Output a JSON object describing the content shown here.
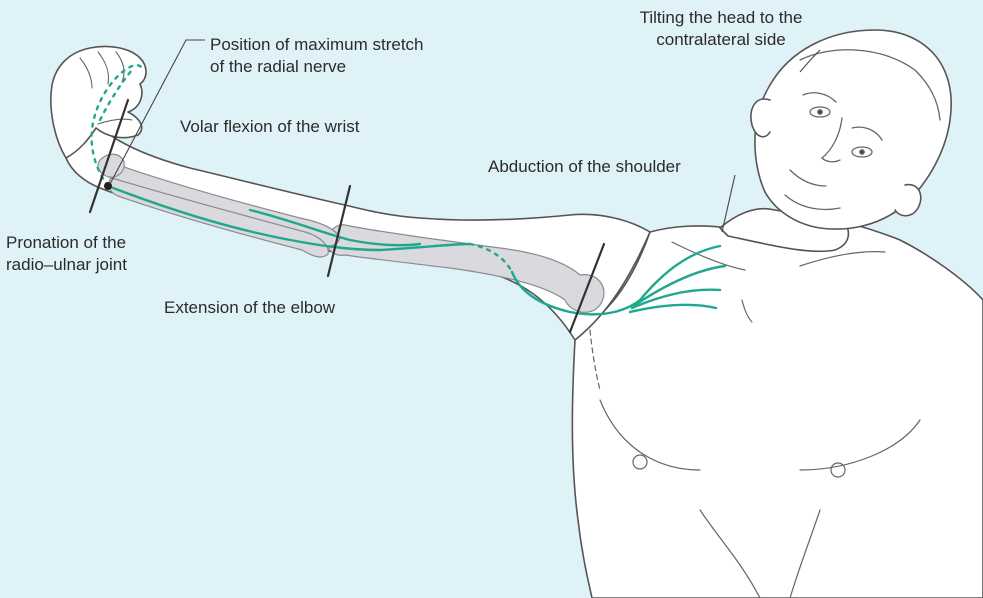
{
  "colors": {
    "background": "#dff2f7",
    "outline": "#555555",
    "bone": "#d9d9de",
    "nerve": "#1fa88e",
    "marker": "#333333"
  },
  "labels": {
    "tilt_line1": "Tilting the head to the",
    "tilt_line2": "contralateral side",
    "stretch_line1": "Position of maximum stretch",
    "stretch_line2": "of the radial nerve",
    "volar": "Volar flexion of the wrist",
    "abduction": "Abduction of the shoulder",
    "pronation_line1": "Pronation of the",
    "pronation_line2": "radio–ulnar joint",
    "extension": "Extension of the elbow"
  }
}
